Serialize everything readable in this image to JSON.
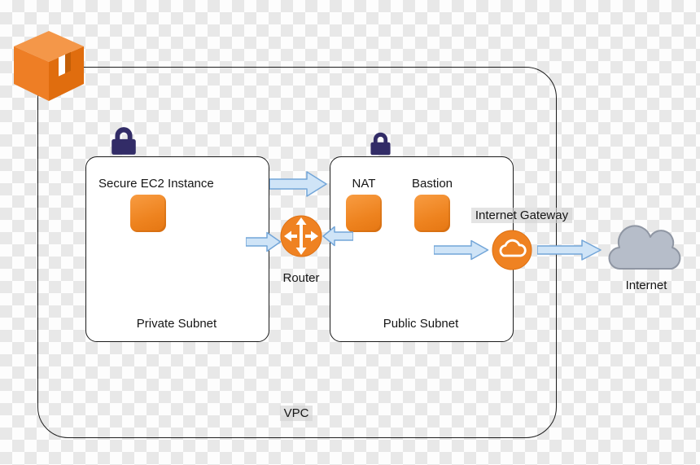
{
  "vpc": {
    "label": "VPC"
  },
  "private_subnet": {
    "label": "Private Subnet",
    "ec2_label": "Secure EC2 Instance"
  },
  "public_subnet": {
    "label": "Public Subnet",
    "nat_label": "NAT",
    "bastion_label": "Bastion"
  },
  "router": {
    "label": "Router"
  },
  "internet_gateway": {
    "label": "Internet Gateway"
  },
  "internet": {
    "label": "Internet"
  },
  "colors": {
    "aws_orange": "#ef8222",
    "aws_orange_dark": "#de7011",
    "aws_logo_top": "#f49749",
    "aws_logo_left": "#ee7e25",
    "aws_logo_right": "#e06d0e",
    "lock_navy": "#322c67",
    "arrow_fill": "#cfe4f7",
    "arrow_stroke": "#72a5d8",
    "internet_cloud_fill": "#b6bdc9",
    "internet_cloud_stroke": "#8f96a3",
    "outline_black": "#1c1c1c",
    "checker_gray": "#e8e8e8"
  },
  "icons": {
    "aws_cube": "aws-3d-cube",
    "lock": "padlock",
    "instance_square": "orange-rounded-square",
    "router": "orange-circle-cross-arrows",
    "internet_gateway": "orange-circle-white-cloud",
    "internet": "gray-cloud",
    "flow_arrow": "light-blue-block-arrow"
  }
}
